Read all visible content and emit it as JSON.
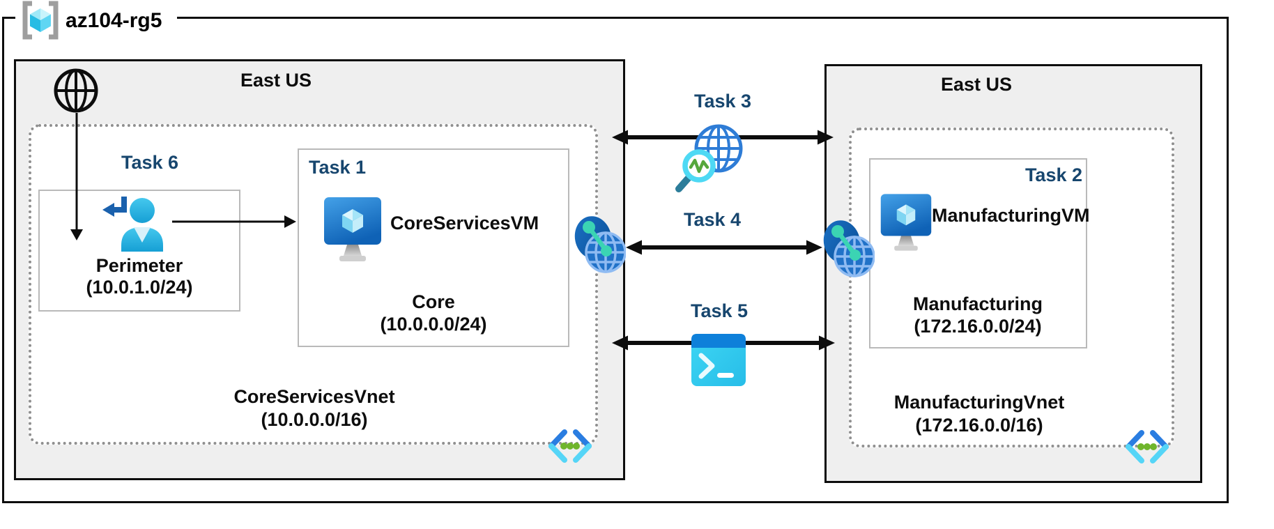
{
  "resource_group": {
    "name": "az104-rg5"
  },
  "left_region": {
    "title": "East US",
    "task6_label": "Task 6",
    "perimeter_subnet": {
      "name": "Perimeter",
      "cidr": "(10.0.1.0/24)"
    },
    "task1": {
      "label": "Task 1",
      "vm_name": "CoreServicesVM",
      "subnet_name": "Core",
      "subnet_cidr": "(10.0.0.0/24)"
    },
    "vnet_name": "CoreServicesVnet",
    "vnet_cidr": "(10.0.0.0/16)"
  },
  "right_region": {
    "title": "East US",
    "task2": {
      "label": "Task 2",
      "vm_name": "ManufacturingVM",
      "subnet_name": "Manufacturing",
      "subnet_cidr": "(172.16.0.0/24)"
    },
    "vnet_name": "ManufacturingVnet",
    "vnet_cidr": "(172.16.0.0/16)"
  },
  "middle": {
    "task3_label": "Task 3",
    "task4_label": "Task 4",
    "task5_label": "Task 5"
  },
  "icons": {
    "resource_group": "resource-group-brackets-cube",
    "internet": "internet-globe",
    "user": "user-with-return-arrow",
    "virtual_machine": "monitor-with-cube",
    "network_watcher": "globe-with-magnifier",
    "vnet_peering": "double-globe-with-teal-link",
    "cloud_shell": "terminal-prompt",
    "virtual_network": "angle-brackets-with-green-dots"
  },
  "colors": {
    "task_label": "#17466e",
    "region_fill": "#efefef",
    "arrow": "#0d0d0d",
    "azure_blue": "#1e78d0",
    "cyan": "#35c8ef",
    "green_dot": "#6fb52c",
    "teal": "#3bd4b3",
    "box_border": "#b9b9b9"
  }
}
